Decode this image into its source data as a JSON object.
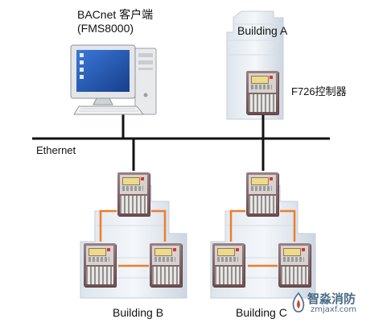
{
  "labels": {
    "pc_line1": "BACnet 客户端",
    "pc_line2": "(FMS8000)",
    "building_a": "Building A",
    "controller": "F726控制器",
    "ethernet": "Ethernet",
    "building_b": "Building B",
    "building_c": "Building C"
  },
  "watermark": {
    "name": "智淼消防",
    "url": "zmjaxf.com"
  },
  "colors": {
    "network_line": "#111111",
    "link_line": "#ee7d2a",
    "panel_face": "#d6d3cf",
    "panel_frame": "#7d5a5e",
    "screen_yellow": "#eed98c",
    "monitor_screen": "#1f56b6"
  }
}
